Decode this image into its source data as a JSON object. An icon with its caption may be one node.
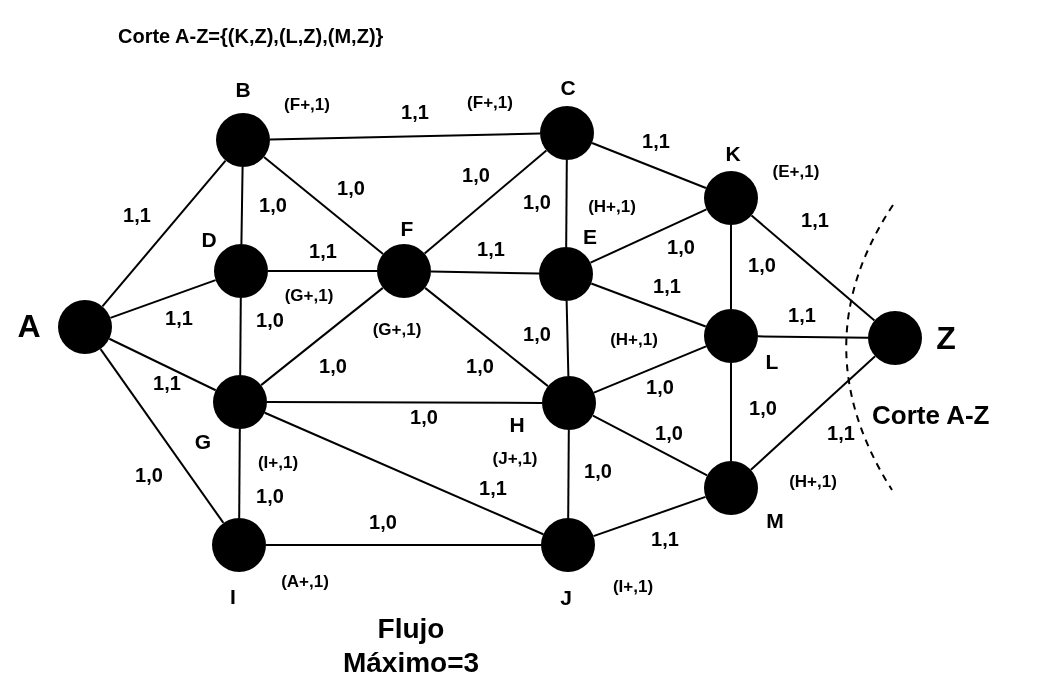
{
  "diagram": {
    "title": "Corte A-Z={(K,Z),(L,Z),(M,Z)}",
    "caption": "Flujo Máximo=3",
    "nodes": [
      {
        "text": [
          "A"
        ]
      },
      {
        "text": [
          "B"
        ],
        "beside": [
          "(F+,1)"
        ]
      },
      {
        "text": [
          "C"
        ],
        "beside": [
          "(F+,1)"
        ]
      },
      {
        "text": [
          "D"
        ],
        "beside": [
          "(G+,1)"
        ]
      },
      {
        "text": [
          "E"
        ],
        "beside": [
          "(H+,1)"
        ]
      },
      {
        "text": [
          "F"
        ],
        "beside": [
          "(G+,1)"
        ]
      },
      {
        "text": [
          "G"
        ],
        "beside": [
          "(I+,1)"
        ]
      },
      {
        "text": [
          "H"
        ],
        "beside": [
          "(J+,1)"
        ]
      },
      {
        "text": [
          "I"
        ],
        "beside": [
          "(A+,1)"
        ]
      },
      {
        "text": [
          "J"
        ],
        "beside": [
          "(I+,1)"
        ]
      },
      {
        "text": [
          "K"
        ],
        "beside": [
          "(E+,1)"
        ]
      },
      {
        "text": [
          "L"
        ],
        "beside": [
          "(H+,1)"
        ]
      },
      {
        "text": [
          "M"
        ],
        "beside": [
          "(H+,1)"
        ]
      },
      {
        "text": [
          "Z"
        ]
      }
    ],
    "edges": [
      {
        "from": 0,
        "to": 1,
        "arrow": "none",
        "label": "1,1"
      },
      {
        "from": 0,
        "to": 3,
        "arrow": "none",
        "label": "1,1"
      },
      {
        "from": 0,
        "to": 6,
        "arrow": "none",
        "label": "1,1"
      },
      {
        "from": 0,
        "to": 8,
        "arrow": "none",
        "label": "1,0"
      },
      {
        "from": 1,
        "to": 2,
        "arrow": "none",
        "label": "1,1"
      },
      {
        "from": 1,
        "to": 3,
        "arrow": "none",
        "label": "1,0"
      },
      {
        "from": 1,
        "to": 5,
        "arrow": "none",
        "label": "1,0"
      },
      {
        "from": 3,
        "to": 5,
        "arrow": "none",
        "label": "1,1"
      },
      {
        "from": 3,
        "to": 6,
        "arrow": "none",
        "label": "1,0"
      },
      {
        "from": 2,
        "to": 5,
        "arrow": "none",
        "label": "1,0"
      },
      {
        "from": 2,
        "to": 4,
        "arrow": "none",
        "label": "1,0"
      },
      {
        "from": 2,
        "to": 10,
        "arrow": "none",
        "label": "1,1"
      },
      {
        "from": 5,
        "to": 4,
        "arrow": "none",
        "label": "1,1"
      },
      {
        "from": 5,
        "to": 6,
        "arrow": "none",
        "label": "1,0"
      },
      {
        "from": 5,
        "to": 7,
        "arrow": "none",
        "label": "1,0"
      },
      {
        "from": 4,
        "to": 10,
        "arrow": "none",
        "label": "1,0"
      },
      {
        "from": 4,
        "to": 11,
        "arrow": "none",
        "label": "1,1"
      },
      {
        "from": 4,
        "to": 7,
        "arrow": "none",
        "label": "1,0"
      },
      {
        "from": 6,
        "to": 7,
        "arrow": "none",
        "label": "1,0"
      },
      {
        "from": 6,
        "to": 9,
        "arrow": "none",
        "label": "1,1"
      },
      {
        "from": 6,
        "to": 8,
        "arrow": "none",
        "label": "1,0"
      },
      {
        "from": 7,
        "to": 11,
        "arrow": "none",
        "label": "1,0"
      },
      {
        "from": 7,
        "to": 12,
        "arrow": "none",
        "label": "1,0"
      },
      {
        "from": 7,
        "to": 9,
        "arrow": "none",
        "label": "1,0"
      },
      {
        "from": 8,
        "to": 9,
        "arrow": "none",
        "label": "1,0"
      },
      {
        "from": 9,
        "to": 12,
        "arrow": "none",
        "label": "1,1"
      },
      {
        "from": 10,
        "to": 13,
        "arrow": "none",
        "label": "1,1"
      },
      {
        "from": 10,
        "to": 11,
        "arrow": "none",
        "label": "1,0"
      },
      {
        "from": 11,
        "to": 13,
        "arrow": "none",
        "label": "1,1"
      },
      {
        "from": 11,
        "to": 12,
        "arrow": "none",
        "label": "1,0"
      },
      {
        "from": 12,
        "to": 13,
        "arrow": "none",
        "label": "1,1"
      }
    ],
    "labels": [
      "Corte A-Z"
    ]
  }
}
